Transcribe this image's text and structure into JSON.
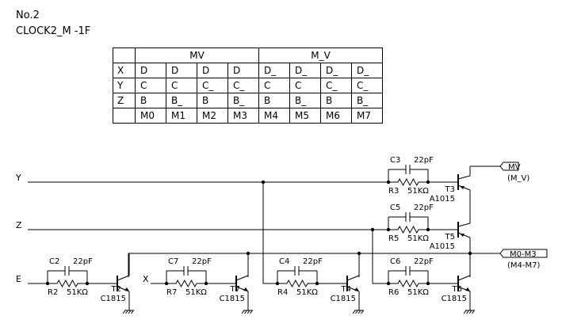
{
  "header": {
    "number": "No.2",
    "title": "CLOCK2_M -1F"
  },
  "truth_table": {
    "groups": [
      "MV",
      "M_V"
    ],
    "rows": [
      {
        "label": "X",
        "cells": [
          "D",
          "D",
          "D",
          "D",
          "D_",
          "D_",
          "D_",
          "D_"
        ]
      },
      {
        "label": "Y",
        "cells": [
          "C",
          "C",
          "C_",
          "C_",
          "C",
          "C",
          "C_",
          "C_"
        ]
      },
      {
        "label": "Z",
        "cells": [
          "B",
          "B_",
          "B",
          "B_",
          "B",
          "B_",
          "B",
          "B_"
        ]
      },
      {
        "label": "",
        "cells": [
          "M0",
          "M1",
          "M2",
          "M3",
          "M4",
          "M5",
          "M6",
          "M7"
        ]
      }
    ]
  },
  "schematic": {
    "inputs": {
      "y": "Y",
      "z": "Z",
      "e": "E",
      "x": "X"
    },
    "outputs": {
      "mv": {
        "label": "MV",
        "sub": "(M_V)"
      },
      "m": {
        "label": "M0-M3",
        "sub": "(M4-M7)"
      }
    },
    "stages": [
      {
        "cap": "C2",
        "capval": "22pF",
        "res": "R2",
        "resval": "51KΩ",
        "tr": "T2",
        "part": "C1815"
      },
      {
        "cap": "C7",
        "capval": "22pF",
        "res": "R7",
        "resval": "51KΩ",
        "tr": "T7",
        "part": "C1815"
      },
      {
        "cap": "C4",
        "capval": "22pF",
        "res": "R4",
        "resval": "51KΩ",
        "tr": "T4",
        "part": "C1815"
      },
      {
        "cap": "C6",
        "capval": "22pF",
        "res": "R6",
        "resval": "51KΩ",
        "tr": "T6",
        "part": "C1815"
      },
      {
        "cap": "C3",
        "capval": "22pF",
        "res": "R3",
        "resval": "51KΩ",
        "tr": "T3",
        "part": "A1015"
      },
      {
        "cap": "C5",
        "capval": "22pF",
        "res": "R5",
        "resval": "51KΩ",
        "tr": "T5",
        "part": "A1015"
      }
    ]
  }
}
